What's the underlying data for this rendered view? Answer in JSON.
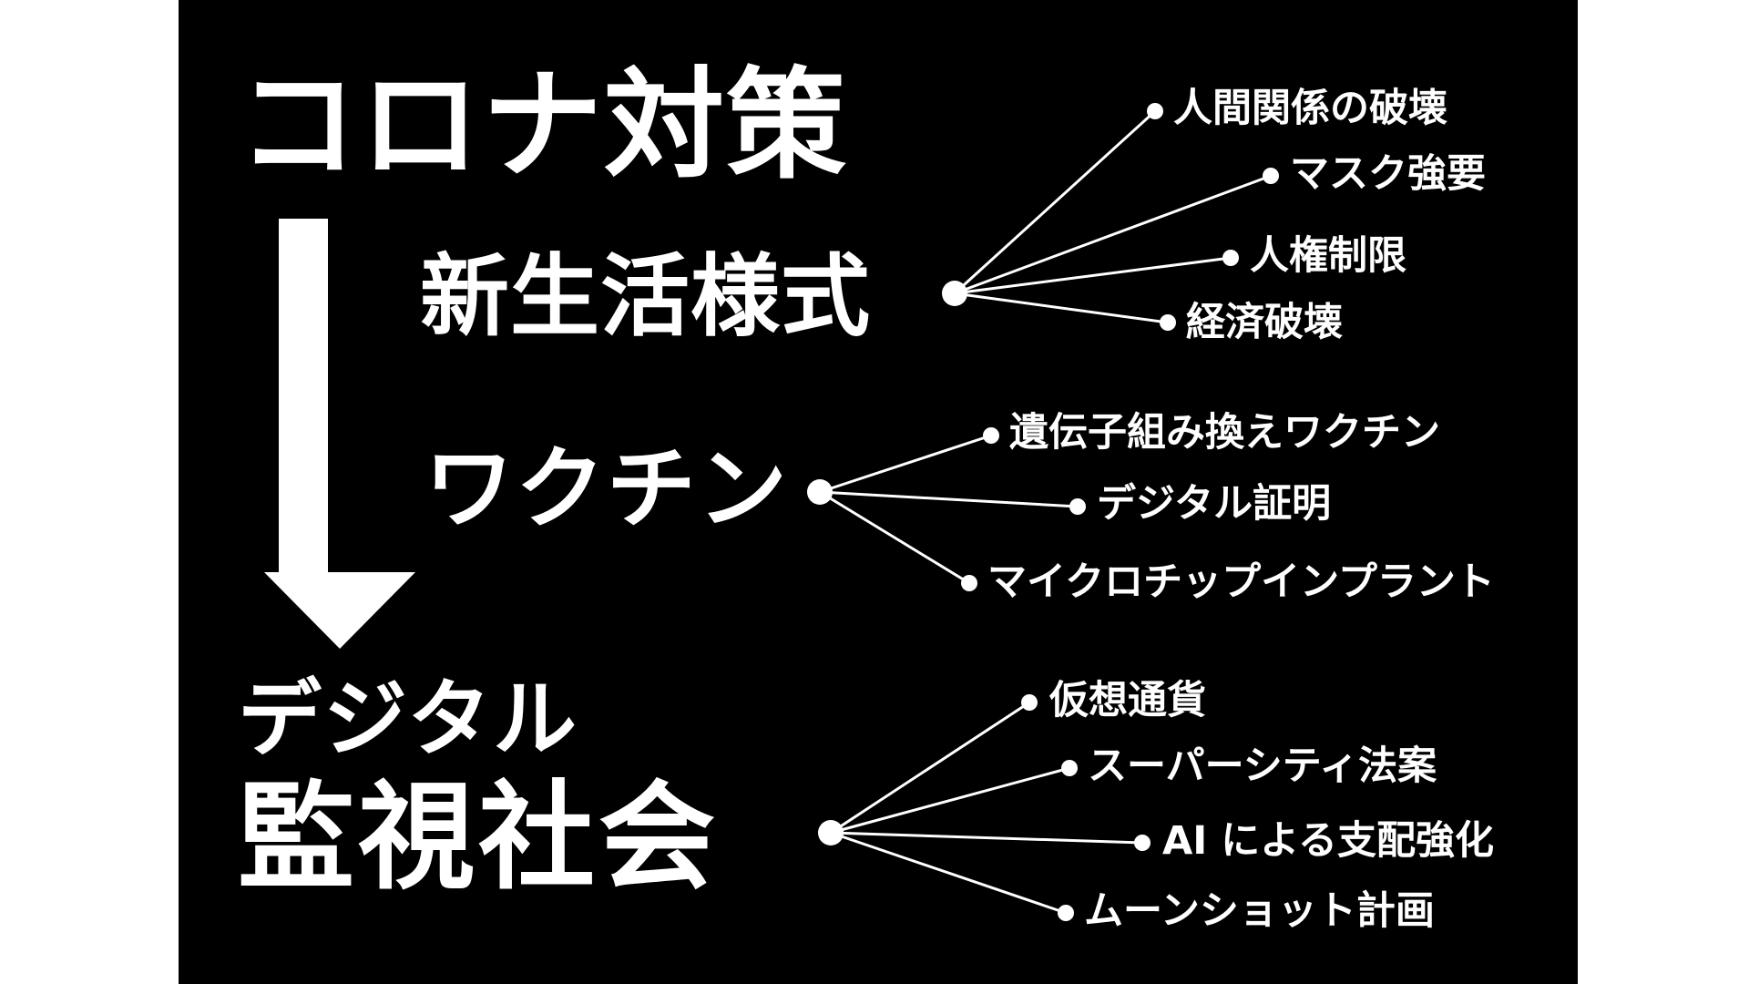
{
  "diagram": {
    "background": "#000000",
    "foreground": "#ffffff",
    "titles": {
      "corona_measures": "コロナ対策",
      "new_lifestyle": "新生活様式",
      "vaccine": "ワクチン",
      "digital": "デジタル",
      "surveillance_society": "監視社会"
    },
    "branches": {
      "new_lifestyle": [
        "人間関係の破壊",
        "マスク強要",
        "人権制限",
        "経済破壊"
      ],
      "vaccine": [
        "遺伝子組み換えワクチン",
        "デジタル証明",
        "マイクロチップインプラント"
      ],
      "surveillance": [
        "仮想通貨",
        "スーパーシティ法案",
        "AI による支配強化",
        "ムーンショット計画"
      ]
    }
  }
}
